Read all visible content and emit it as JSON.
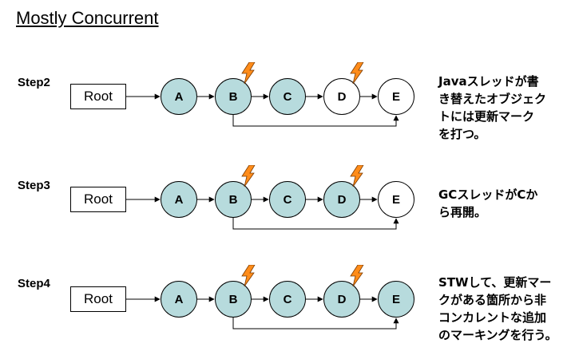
{
  "title": "Mostly Concurrent",
  "root_label": "Root",
  "colors": {
    "marked_fill": "#b7dbdd",
    "unmarked_fill": "#ffffff",
    "bolt": "#ff8c1a"
  },
  "steps": [
    {
      "label": "Step2",
      "nodes": [
        {
          "label": "A",
          "marked": true,
          "bolt": false
        },
        {
          "label": "B",
          "marked": true,
          "bolt": true
        },
        {
          "label": "C",
          "marked": true,
          "bolt": false
        },
        {
          "label": "D",
          "marked": false,
          "bolt": true
        },
        {
          "label": "E",
          "marked": false,
          "bolt": false
        }
      ],
      "description": [
        "Javaスレッドが書",
        "き替えたオブジェク",
        "トには更新マーク",
        "を打つ。"
      ]
    },
    {
      "label": "Step3",
      "nodes": [
        {
          "label": "A",
          "marked": true,
          "bolt": false
        },
        {
          "label": "B",
          "marked": true,
          "bolt": true
        },
        {
          "label": "C",
          "marked": true,
          "bolt": false
        },
        {
          "label": "D",
          "marked": true,
          "bolt": true
        },
        {
          "label": "E",
          "marked": false,
          "bolt": false
        }
      ],
      "description": [
        "GCスレッドがCか",
        "ら再開。"
      ]
    },
    {
      "label": "Step4",
      "nodes": [
        {
          "label": "A",
          "marked": true,
          "bolt": false
        },
        {
          "label": "B",
          "marked": true,
          "bolt": true
        },
        {
          "label": "C",
          "marked": true,
          "bolt": false
        },
        {
          "label": "D",
          "marked": true,
          "bolt": true
        },
        {
          "label": "E",
          "marked": true,
          "bolt": false
        }
      ],
      "description": [
        "STWして、更新マー",
        "クがある箇所から非",
        "コンカレントな追加",
        "のマーキングを行う。"
      ]
    }
  ]
}
